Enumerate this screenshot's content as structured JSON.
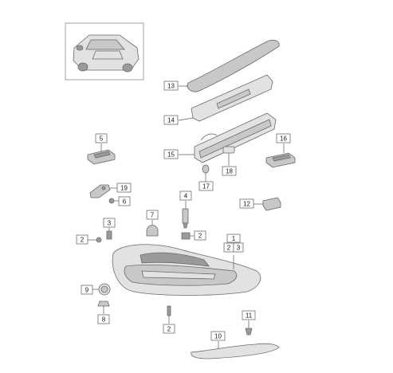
{
  "callouts": [
    {
      "id": "c13",
      "text": "13"
    },
    {
      "id": "c14",
      "text": "14"
    },
    {
      "id": "c15",
      "text": "15"
    },
    {
      "id": "c5",
      "text": "5"
    },
    {
      "id": "c16",
      "text": "16"
    },
    {
      "id": "c18",
      "text": "18"
    },
    {
      "id": "c17",
      "text": "17"
    },
    {
      "id": "c19",
      "text": "19"
    },
    {
      "id": "c6",
      "text": "6"
    },
    {
      "id": "c4",
      "text": "4"
    },
    {
      "id": "c12",
      "text": "12"
    },
    {
      "id": "c7",
      "text": "7"
    },
    {
      "id": "c3",
      "text": "3"
    },
    {
      "id": "c2a",
      "text": "2"
    },
    {
      "id": "c2b",
      "text": "2"
    },
    {
      "id": "c1",
      "text": "1"
    },
    {
      "id": "c1s2",
      "text": "2"
    },
    {
      "id": "c1s3",
      "text": "3"
    },
    {
      "id": "c9",
      "text": "9"
    },
    {
      "id": "c8",
      "text": "8"
    },
    {
      "id": "c2c",
      "text": "2"
    },
    {
      "id": "c11",
      "text": "11"
    },
    {
      "id": "c10",
      "text": "10"
    }
  ],
  "colors": {
    "line": "#6a6a6a",
    "part_light": "#e2e2e2",
    "part_mid": "#c8c8c8",
    "part_dark": "#9a9a9a"
  }
}
